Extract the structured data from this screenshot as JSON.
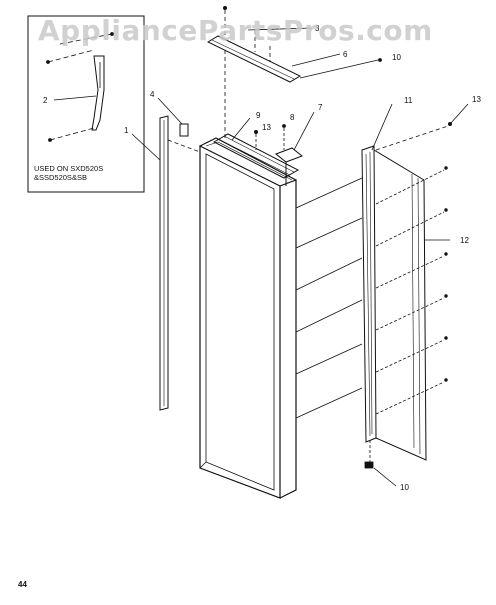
{
  "watermark": "AppliancePartsPros.com",
  "inset": {
    "caption_line1": "USED ON SXD520S",
    "caption_line2": "&SSD520S&SB"
  },
  "callouts": {
    "c1": "1",
    "c2": "2",
    "c3": "3",
    "c4": "4",
    "c6": "6",
    "c7": "7",
    "c8": "8",
    "c9": "9",
    "c10": "10",
    "c11": "11",
    "c12": "12",
    "c13": "13"
  },
  "page_number": "44",
  "colors": {
    "line": "#111111",
    "watermark": "#c9c9c9"
  }
}
